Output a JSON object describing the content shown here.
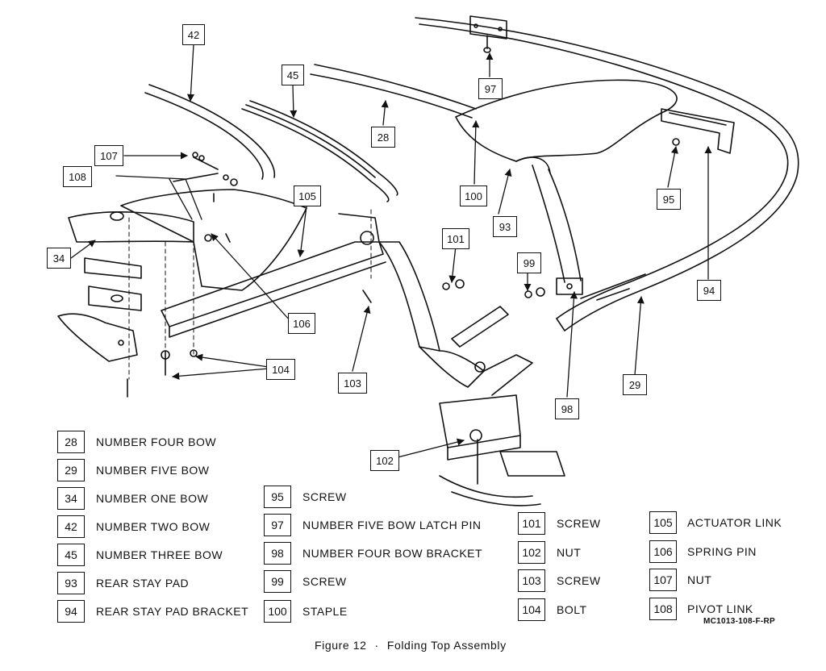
{
  "callouts": [
    "42",
    "45",
    "28",
    "97",
    "107",
    "108",
    "105",
    "101",
    "99",
    "95",
    "100",
    "93",
    "94",
    "34",
    "106",
    "104",
    "103",
    "98",
    "29",
    "102"
  ],
  "legend": [
    {
      "num": "28",
      "name": "NUMBER FOUR BOW"
    },
    {
      "num": "29",
      "name": "NUMBER FIVE BOW"
    },
    {
      "num": "34",
      "name": "NUMBER ONE BOW"
    },
    {
      "num": "42",
      "name": "NUMBER TWO BOW"
    },
    {
      "num": "45",
      "name": "NUMBER THREE BOW"
    },
    {
      "num": "93",
      "name": "REAR STAY PAD"
    },
    {
      "num": "94",
      "name": "REAR STAY PAD BRACKET"
    },
    {
      "num": "95",
      "name": "SCREW"
    },
    {
      "num": "97",
      "name": "NUMBER FIVE BOW LATCH PIN"
    },
    {
      "num": "98",
      "name": "NUMBER FOUR BOW BRACKET"
    },
    {
      "num": "99",
      "name": "SCREW"
    },
    {
      "num": "100",
      "name": "STAPLE"
    },
    {
      "num": "101",
      "name": "SCREW"
    },
    {
      "num": "102",
      "name": "NUT"
    },
    {
      "num": "103",
      "name": "SCREW"
    },
    {
      "num": "104",
      "name": "BOLT"
    },
    {
      "num": "105",
      "name": "ACTUATOR LINK"
    },
    {
      "num": "106",
      "name": "SPRING PIN"
    },
    {
      "num": "107",
      "name": "NUT"
    },
    {
      "num": "108",
      "name": "PIVOT LINK"
    }
  ],
  "figure_code": "MC1013-108-F-RP",
  "caption": {
    "figure": "Figure 12",
    "separator": "·",
    "title": "Folding Top Assembly"
  }
}
